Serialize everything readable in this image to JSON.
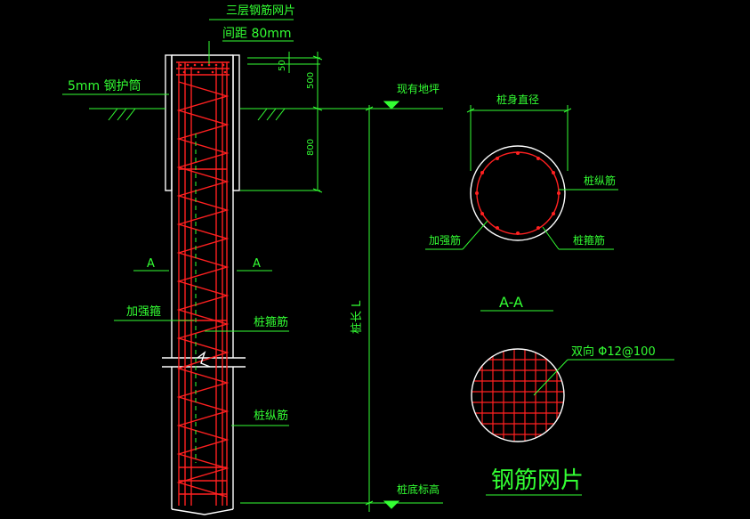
{
  "colors": {
    "background": "#000000",
    "outline": "#ffffff",
    "rebar": "#ff2020",
    "annotation": "#33ff33",
    "text": "#33ff33"
  },
  "labels": {
    "mesh_title": "三层钢筋网片",
    "mesh_spacing": "间距 80mm",
    "casing": "5mm 钢护筒",
    "ground": "现有地坪",
    "dim_50": "50",
    "dim_500": "500",
    "dim_800": "800",
    "section_a_left": "A",
    "section_a_right": "A",
    "stiffener_left": "加强箍",
    "stirrup": "桩箍筋",
    "longitudinal": "桩纵筋",
    "pile_length": "桩长 L",
    "pile_bottom": "桩底标高"
  },
  "section": {
    "diameter": "桩身直径",
    "longitudinal": "桩纵筋",
    "stiffener": "加强筋",
    "stirrup": "桩箍筋",
    "title": "A-A"
  },
  "mesh": {
    "spec": "双向 Φ12@100",
    "title": "钢筋网片"
  }
}
